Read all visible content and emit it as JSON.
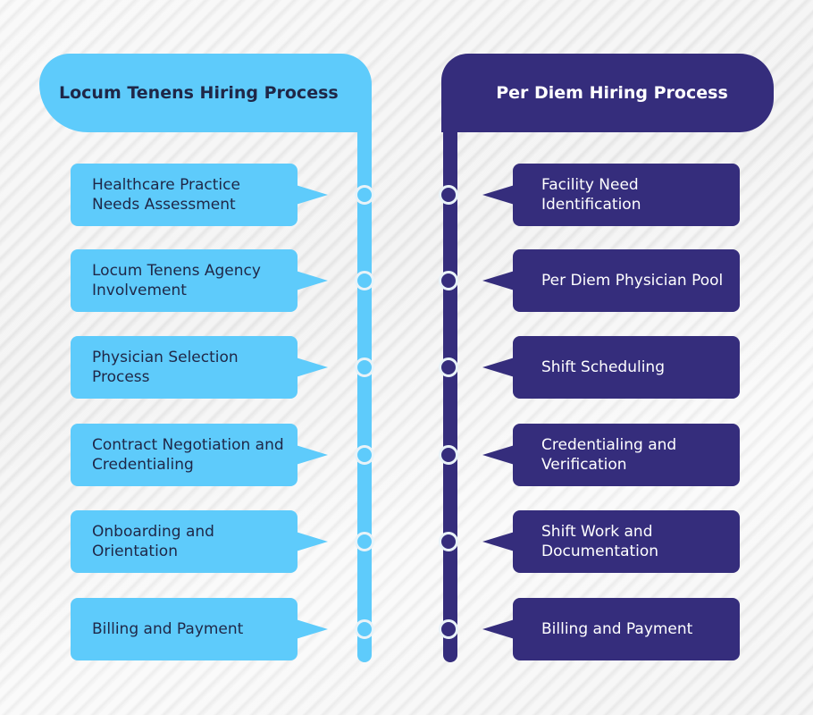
{
  "left": {
    "title": "Locum Tenens Hiring Process",
    "color": "#5ecbfb",
    "steps": [
      "Healthcare Practice Needs Assessment",
      "Locum Tenens Agency Involvement",
      "Physician Selection Process",
      "Contract Negotiation and Credentialing",
      "Onboarding and Orientation",
      "Billing and Payment"
    ]
  },
  "right": {
    "title": "Per Diem Hiring Process",
    "color": "#352d7c",
    "steps": [
      "Facility Need Identification",
      "Per Diem Physician Pool",
      "Shift Scheduling",
      "Credentialing and Verification",
      "Shift Work and Documentation",
      "Billing and Payment"
    ]
  }
}
